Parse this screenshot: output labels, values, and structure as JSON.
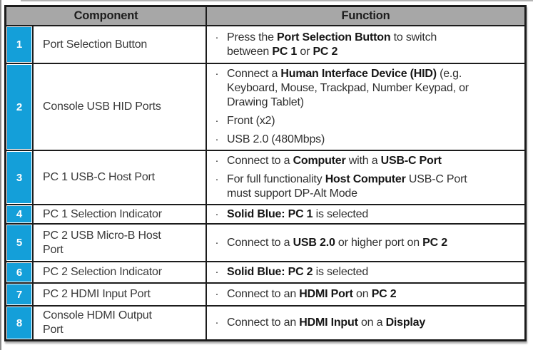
{
  "page": {
    "accent_blue": "#149fd9",
    "header_gray": "#a7a7a7",
    "border_black": "#1c1c1c",
    "bullet_char": "·"
  },
  "table": {
    "headers": [
      "Component",
      "Function"
    ],
    "rows": [
      {
        "number": "1",
        "component": "Port Selection Button",
        "bullets": [
          [
            {
              "text": "Press the "
            },
            {
              "text": "Port Selection Button",
              "bold": true
            },
            {
              "text": " to switch\nbetween "
            },
            {
              "text": "PC 1",
              "bold": true
            },
            {
              "text": " or "
            },
            {
              "text": "PC 2",
              "bold": true
            }
          ]
        ]
      },
      {
        "number": "2",
        "component": "Console USB HID Ports",
        "bullets": [
          [
            {
              "text": "Connect a "
            },
            {
              "text": "Human Interface Device (HID)",
              "bold": true
            },
            {
              "text": " (e.g.\nKeyboard, Mouse, Trackpad, Number Keypad, or\nDrawing Tablet)"
            }
          ],
          [
            {
              "text": "Front (x2)"
            }
          ],
          [
            {
              "text": "USB 2.0 (480Mbps)"
            }
          ]
        ]
      },
      {
        "number": "3",
        "component": "PC 1 USB-C Host Port",
        "bullets": [
          [
            {
              "text": "Connect to a "
            },
            {
              "text": "Computer",
              "bold": true
            },
            {
              "text": " with a "
            },
            {
              "text": "USB-C Port",
              "bold": true
            }
          ],
          [
            {
              "text": "For full functionality "
            },
            {
              "text": "Host Computer",
              "bold": true
            },
            {
              "text": " USB-C Port\nmust support DP-Alt Mode"
            }
          ]
        ]
      },
      {
        "number": "4",
        "component": "PC 1 Selection Indicator",
        "bullets": [
          [
            {
              "text": "Solid Blue: PC 1",
              "bold": true
            },
            {
              "text": " is selected"
            }
          ]
        ]
      },
      {
        "number": "5",
        "component": "PC 2 USB Micro-B Host\nPort",
        "bullets": [
          [
            {
              "text": "Connect to a "
            },
            {
              "text": "USB 2.0",
              "bold": true
            },
            {
              "text": " or higher port on "
            },
            {
              "text": "PC 2",
              "bold": true
            }
          ]
        ]
      },
      {
        "number": "6",
        "component": "PC 2 Selection Indicator",
        "bullets": [
          [
            {
              "text": "Solid Blue: PC 2",
              "bold": true
            },
            {
              "text": " is selected"
            }
          ]
        ]
      },
      {
        "number": "7",
        "component": "PC 2 HDMI Input Port",
        "bullets": [
          [
            {
              "text": "Connect to an "
            },
            {
              "text": "HDMI Port",
              "bold": true
            },
            {
              "text": " on "
            },
            {
              "text": "PC 2",
              "bold": true
            }
          ]
        ]
      },
      {
        "number": "8",
        "component": "Console HDMI Output\nPort",
        "bullets": [
          [
            {
              "text": "Connect to an "
            },
            {
              "text": "HDMI Input",
              "bold": true
            },
            {
              "text": " on a "
            },
            {
              "text": "Display",
              "bold": true
            }
          ]
        ]
      }
    ]
  }
}
